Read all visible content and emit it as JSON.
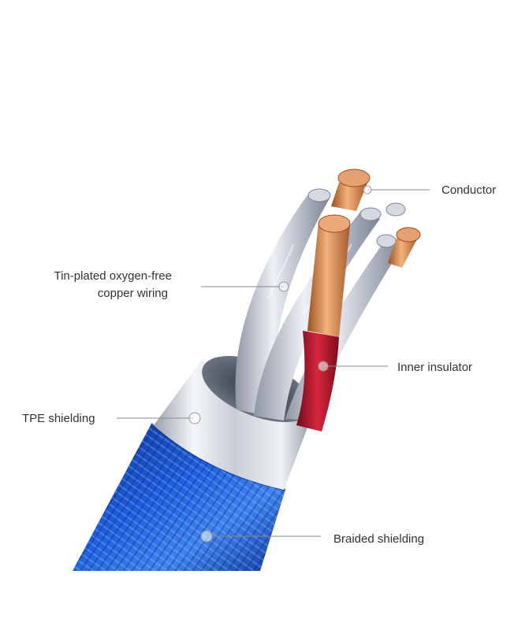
{
  "labels": {
    "conductor": "Conductor",
    "tin_plated_line1": "Tin-plated oxygen-free",
    "tin_plated_line2": "copper wiring",
    "inner_insulator": "Inner insulator",
    "tpe_shielding": "TPE shielding",
    "braided_shielding": "Braided shielding"
  },
  "colors": {
    "braid": "#1b4fc4",
    "tpe_sheath": "#d9dde3",
    "tinned_wire": "#c7ccd6",
    "copper": "#d9894e",
    "insulator": "#b3172c",
    "label_text": "#333333"
  }
}
